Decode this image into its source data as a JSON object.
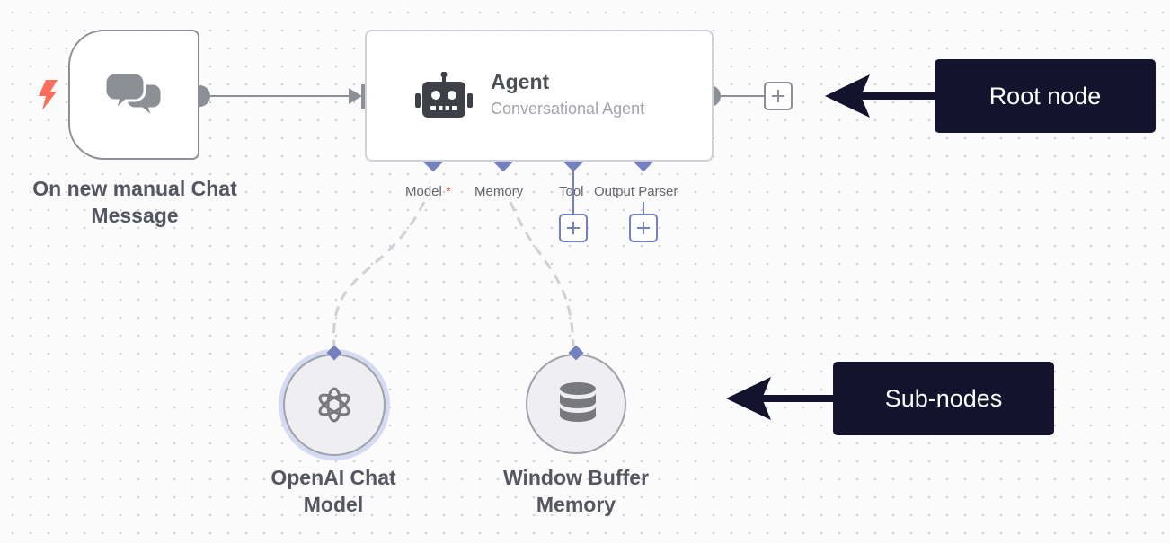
{
  "nodes": {
    "trigger": {
      "label": "On new manual Chat Message",
      "icon": "chat-bubbles-icon",
      "badge_icon": "lightning-bolt-icon"
    },
    "agent": {
      "title": "Agent",
      "subtitle": "Conversational Agent",
      "icon": "robot-icon"
    },
    "openai": {
      "label": "OpenAI Chat Model",
      "icon": "openai-logo-icon"
    },
    "memory": {
      "label": "Window Buffer Memory",
      "icon": "database-icon"
    }
  },
  "ports": {
    "model": "Model",
    "model_required": "*",
    "memory": "Memory",
    "tool": "Tool",
    "output_parser": "Output Parser"
  },
  "callouts": {
    "root": "Root node",
    "sub": "Sub-nodes"
  },
  "colors": {
    "port_accent": "#7580be",
    "trigger_accent": "#ff6d5a",
    "callout_bg": "#13132e",
    "connection": "#8d8f96",
    "dashed_connection": "#d0d0d6"
  }
}
